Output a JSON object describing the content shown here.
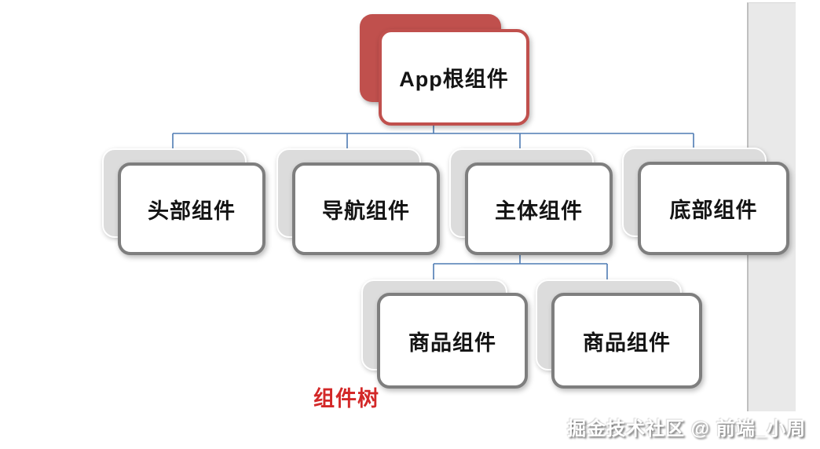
{
  "diagram": {
    "root": {
      "label": "App根组件"
    },
    "level2": [
      {
        "label": "头部组件"
      },
      {
        "label": "导航组件"
      },
      {
        "label": "主体组件"
      },
      {
        "label": "底部组件"
      }
    ],
    "level3": [
      {
        "label": "商品组件"
      },
      {
        "label": "商品组件"
      }
    ],
    "caption": "组件树",
    "watermark": "掘金技术社区 @ 前端_小周"
  },
  "colors": {
    "root_accent": "#c0504d",
    "node_border": "#7e7e7e",
    "node_shadow_fill": "#dcdcdc",
    "connector": "#4f7cb4",
    "caption_red": "#d32828",
    "right_bar": "#e9e9e9",
    "text": "#141414"
  }
}
